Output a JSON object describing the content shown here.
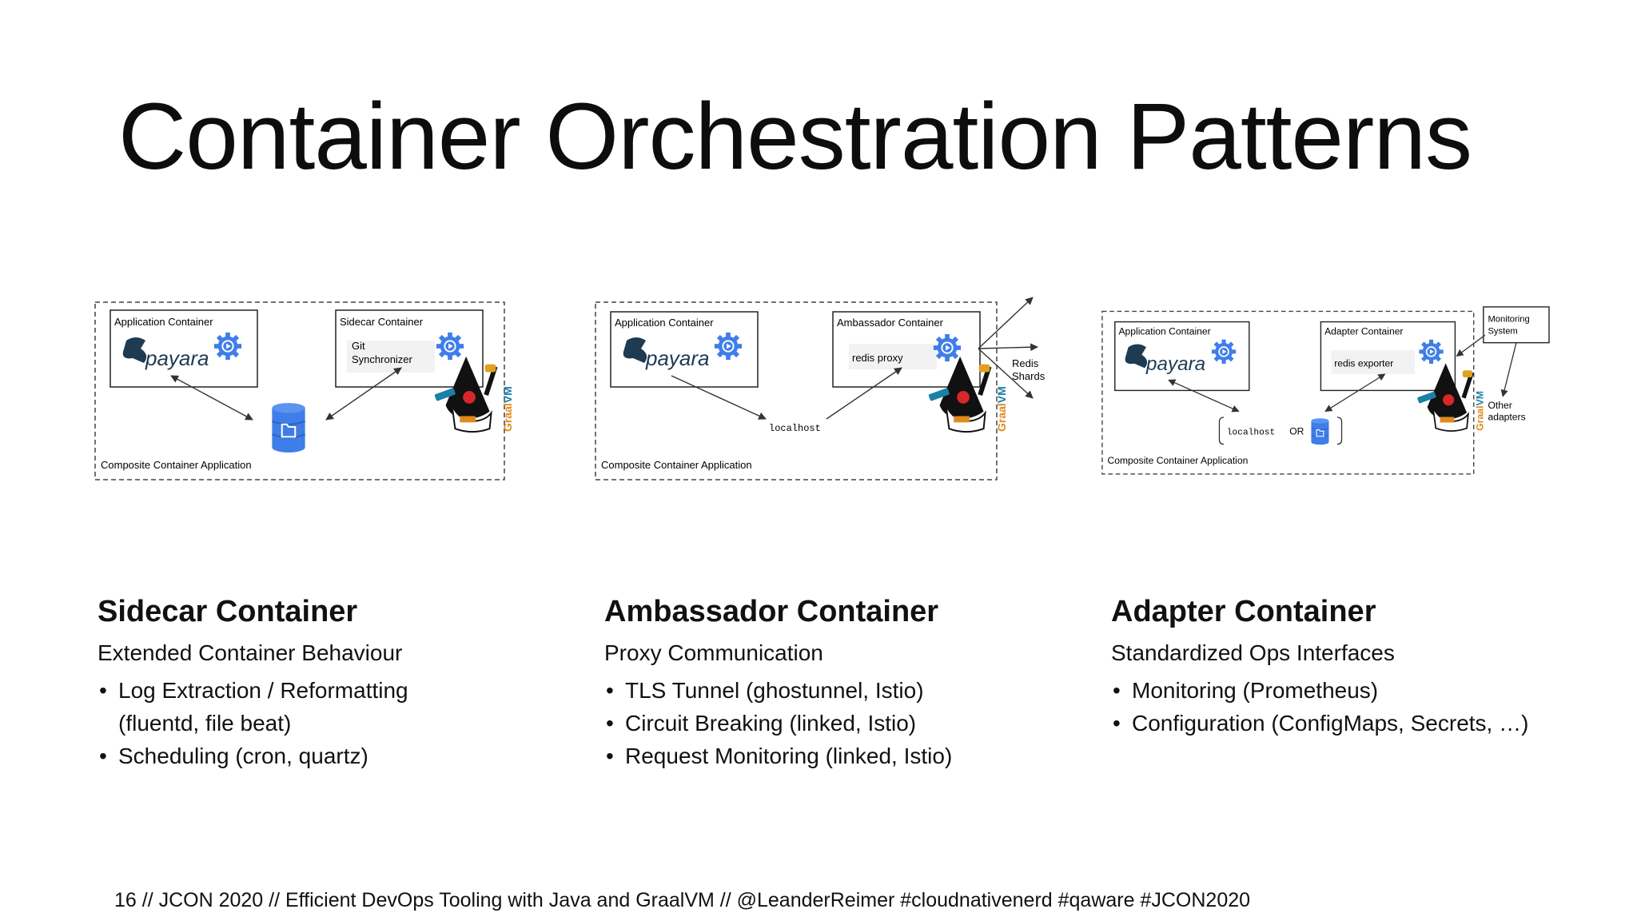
{
  "title": "Container Orchestration Patterns",
  "diagrams": {
    "common": {
      "app_container": "Application Container",
      "payara": "payara",
      "composite": "Composite Container Application",
      "graalvm": "GraalVM"
    },
    "sidecar": {
      "container_label": "Sidecar Container",
      "inner_line1": "Git",
      "inner_line2": "Synchronizer"
    },
    "ambassador": {
      "container_label": "Ambassador Container",
      "inner": "redis proxy",
      "localhost": "localhost",
      "redis_line1": "Redis",
      "redis_line2": "Shards"
    },
    "adapter": {
      "container_label": "Adapter Container",
      "inner": "redis exporter",
      "localhost": "localhost",
      "or": "OR",
      "monitoring_line1": "Monitoring",
      "monitoring_line2": "System",
      "other_line1": "Other",
      "other_line2": "adapters"
    }
  },
  "columns": [
    {
      "heading": "Sidecar Container",
      "subtitle": "Extended Container Behaviour",
      "bullets": [
        "Log Extraction / Reformatting (fluentd, file beat)",
        "Scheduling (cron, quartz)"
      ]
    },
    {
      "heading": "Ambassador Container",
      "subtitle": "Proxy Communication",
      "bullets": [
        "TLS Tunnel (ghostunnel, Istio)",
        "Circuit Breaking (linked, Istio)",
        "Request Monitoring (linked, Istio)"
      ]
    },
    {
      "heading": "Adapter Container",
      "subtitle": "Standardized Ops Interfaces",
      "bullets": [
        "Monitoring (Prometheus)",
        "Configuration (ConfigMaps, Secrets, …)"
      ]
    }
  ],
  "footer": "16 // JCON 2020 // Efficient DevOps Tooling with Java and GraalVM // @LeanderReimer #cloudnativenerd #qaware #JCON2020"
}
